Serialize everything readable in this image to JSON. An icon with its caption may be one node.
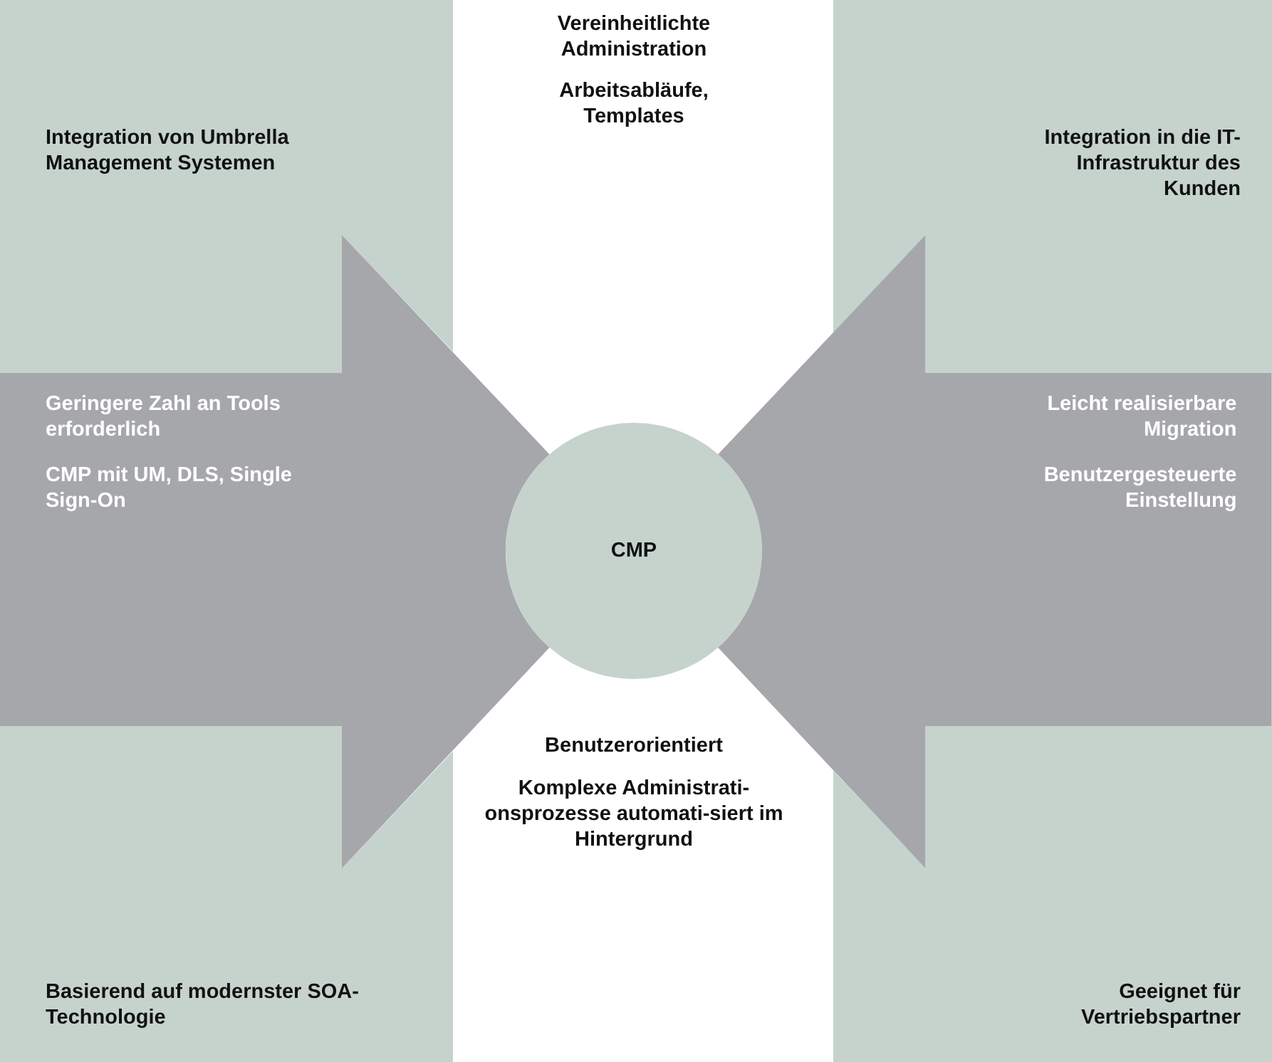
{
  "diagram": {
    "nodes": [
      {
        "text": [
          "Integration von Umbrella Management Systemen"
        ]
      },
      {
        "text": [
          "Integration in die IT-Infrastruktur des Kunden"
        ]
      },
      {
        "text": [
          "Geringere Zahl an Tools erforderlich",
          "CMP mit UM, DLS, Single Sign-On"
        ]
      },
      {
        "text": [
          "Leicht realisierbare Migration",
          "Benutzergesteuerte Einstellung"
        ]
      },
      {
        "text": [
          "CMP"
        ]
      },
      {
        "text": [
          "Basierend auf modernster SOA-Technologie"
        ]
      },
      {
        "text": [
          "Geeignet für Vertriebspartner"
        ]
      }
    ],
    "edges": [],
    "labels": [
      "Vereinheitlichte Administration",
      "Arbeitsabläufe, Templates",
      "Benutzerorientiert",
      "Komplexe Administrati-onsprozesse automati-siert im Hintergrund"
    ]
  }
}
